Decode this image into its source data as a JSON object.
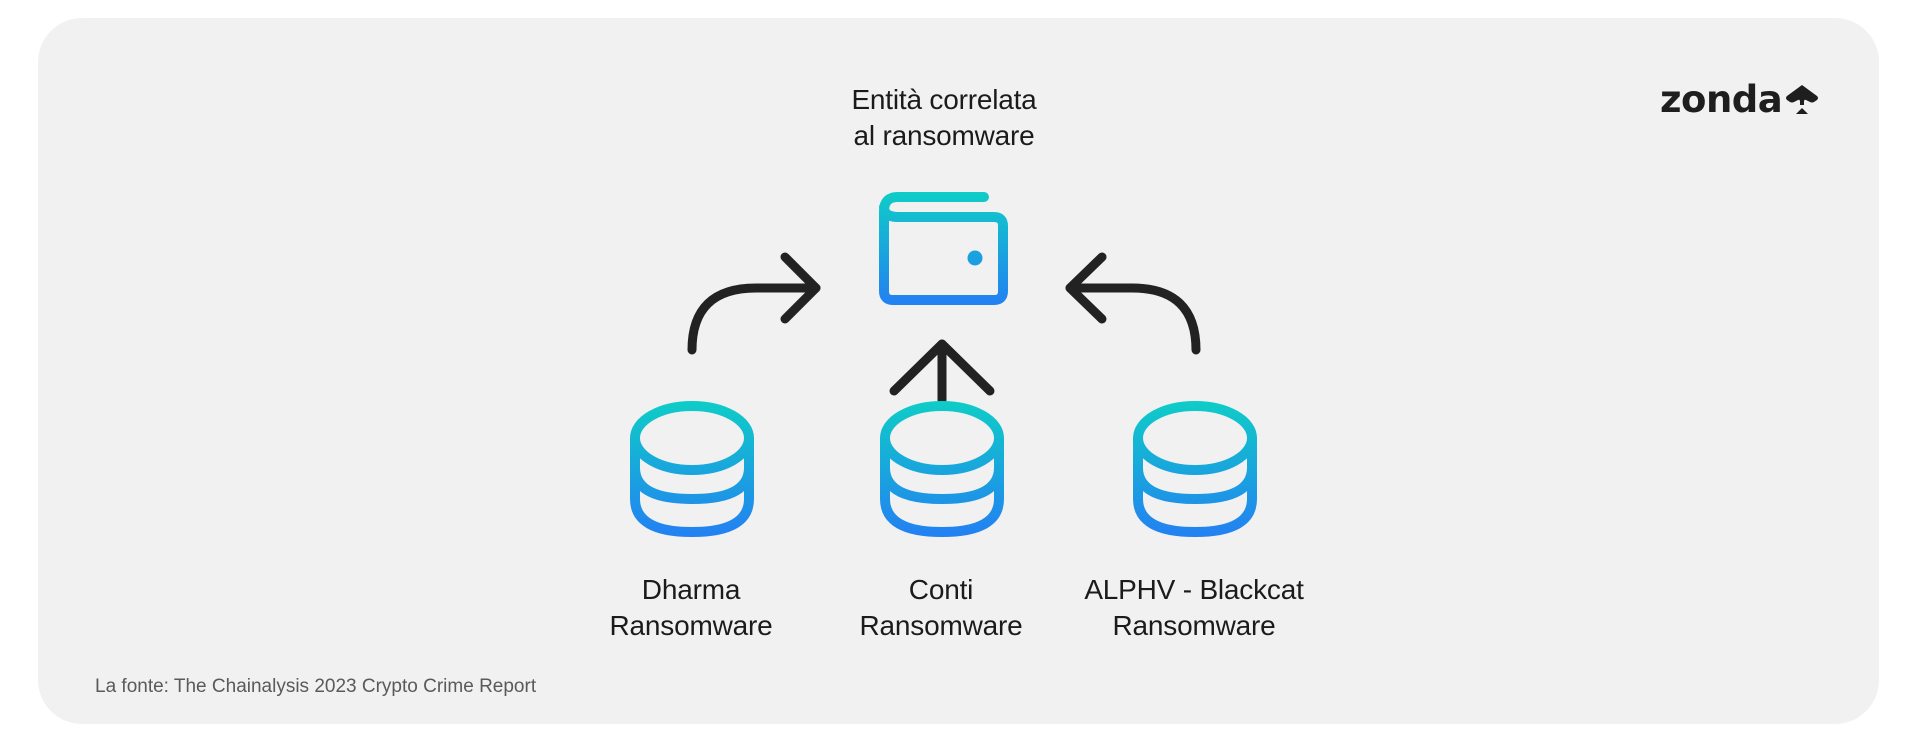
{
  "diagram": {
    "target": {
      "lines": [
        "Entità correlata",
        "al ransomware"
      ],
      "icon": "wallet-icon"
    },
    "sources": [
      {
        "lines": [
          "Dharma",
          "Ransomware"
        ],
        "icon": "coin-stack-icon",
        "arrow": "curved-arrow-right-icon"
      },
      {
        "lines": [
          "Conti",
          "Ransomware"
        ],
        "icon": "coin-stack-icon",
        "arrow": "arrow-up-icon"
      },
      {
        "lines": [
          "ALPHV - Blackcat",
          "Ransomware"
        ],
        "icon": "coin-stack-icon",
        "arrow": "curved-arrow-left-icon"
      }
    ],
    "colors": {
      "gradient_top": "#0ecdc7",
      "gradient_bottom": "#2380f2",
      "arrow": "#222222",
      "text": "#1b1b1b",
      "background": "#f1f1f1"
    }
  },
  "brand": {
    "name": "zonda"
  },
  "footer": {
    "source": "La fonte: The Chainalysis 2023 Crypto Crime Report"
  }
}
